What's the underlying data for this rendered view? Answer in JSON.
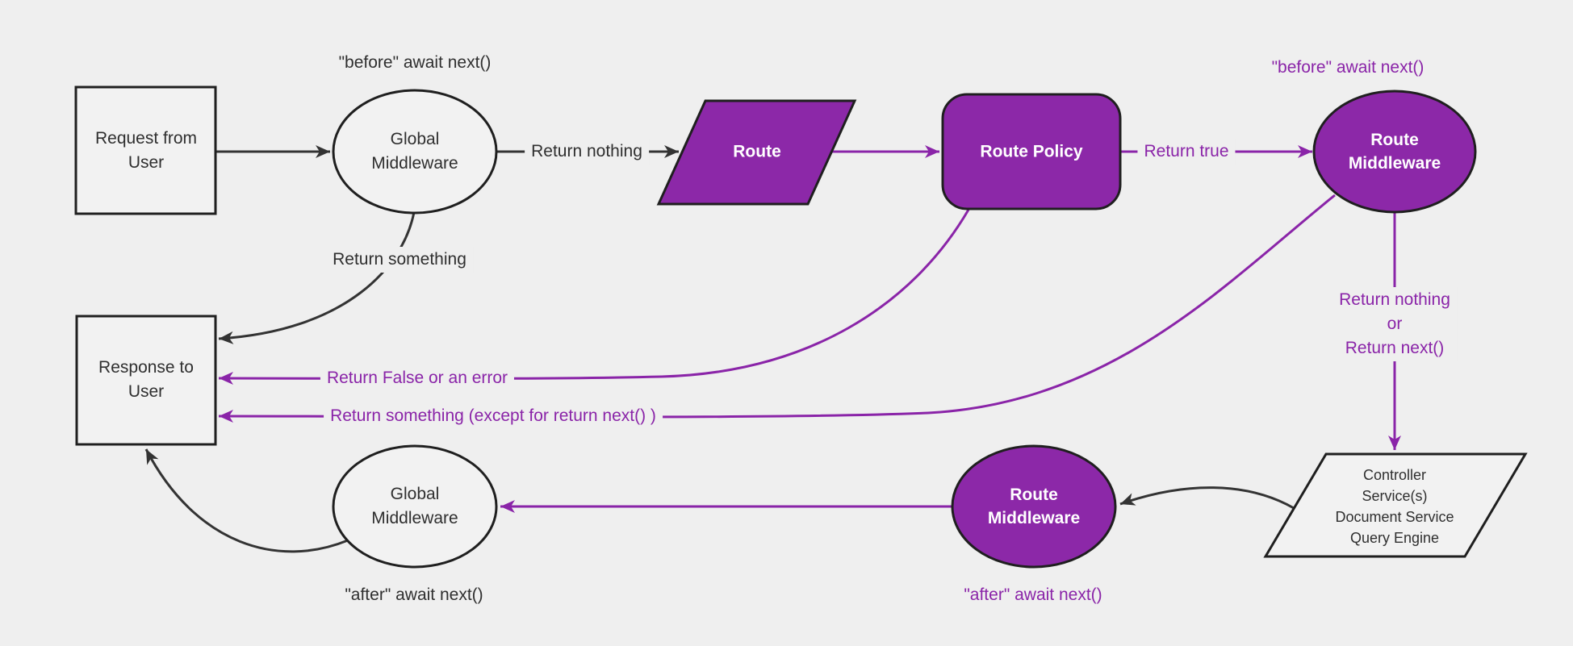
{
  "diagram": {
    "colors": {
      "background": "#efefef",
      "node_fill": "#f2f2f2",
      "node_stroke": "#1f1f1f",
      "dark_line": "#333333",
      "dark_text": "#2f2f2f",
      "purple_fill": "#8c28a8",
      "purple_line": "#8a24a8",
      "purple_text": "#8a24a8",
      "white_text": "#ffffff"
    },
    "nodes": {
      "request": {
        "label": "Request from\nUser"
      },
      "global_middleware_top": {
        "label": "Global\nMiddleware"
      },
      "route": {
        "label": "Route"
      },
      "route_policy": {
        "label": "Route Policy"
      },
      "route_middleware_top": {
        "label": "Route\nMiddleware"
      },
      "controller": {
        "label": "Controller\nService(s)\nDocument Service\nQuery Engine"
      },
      "route_middleware_bottom": {
        "label": "Route\nMiddleware"
      },
      "global_middleware_bottom": {
        "label": "Global\nMiddleware"
      },
      "response": {
        "label": "Response to\nUser"
      }
    },
    "edge_labels": {
      "before_await_black": "\"before\" await next()",
      "return_nothing": "Return nothing",
      "return_true": "Return true",
      "before_await_purple": "\"before\" await next()",
      "return_nothing_or_next": "Return nothing\nor\nReturn next()",
      "after_await_purple": "\"after\" await next()",
      "after_await_black": "\"after\" await next()",
      "return_something": "Return something",
      "return_false_or_error": "Return False or an error",
      "return_something_except": "Return something (except for return next() )"
    }
  }
}
